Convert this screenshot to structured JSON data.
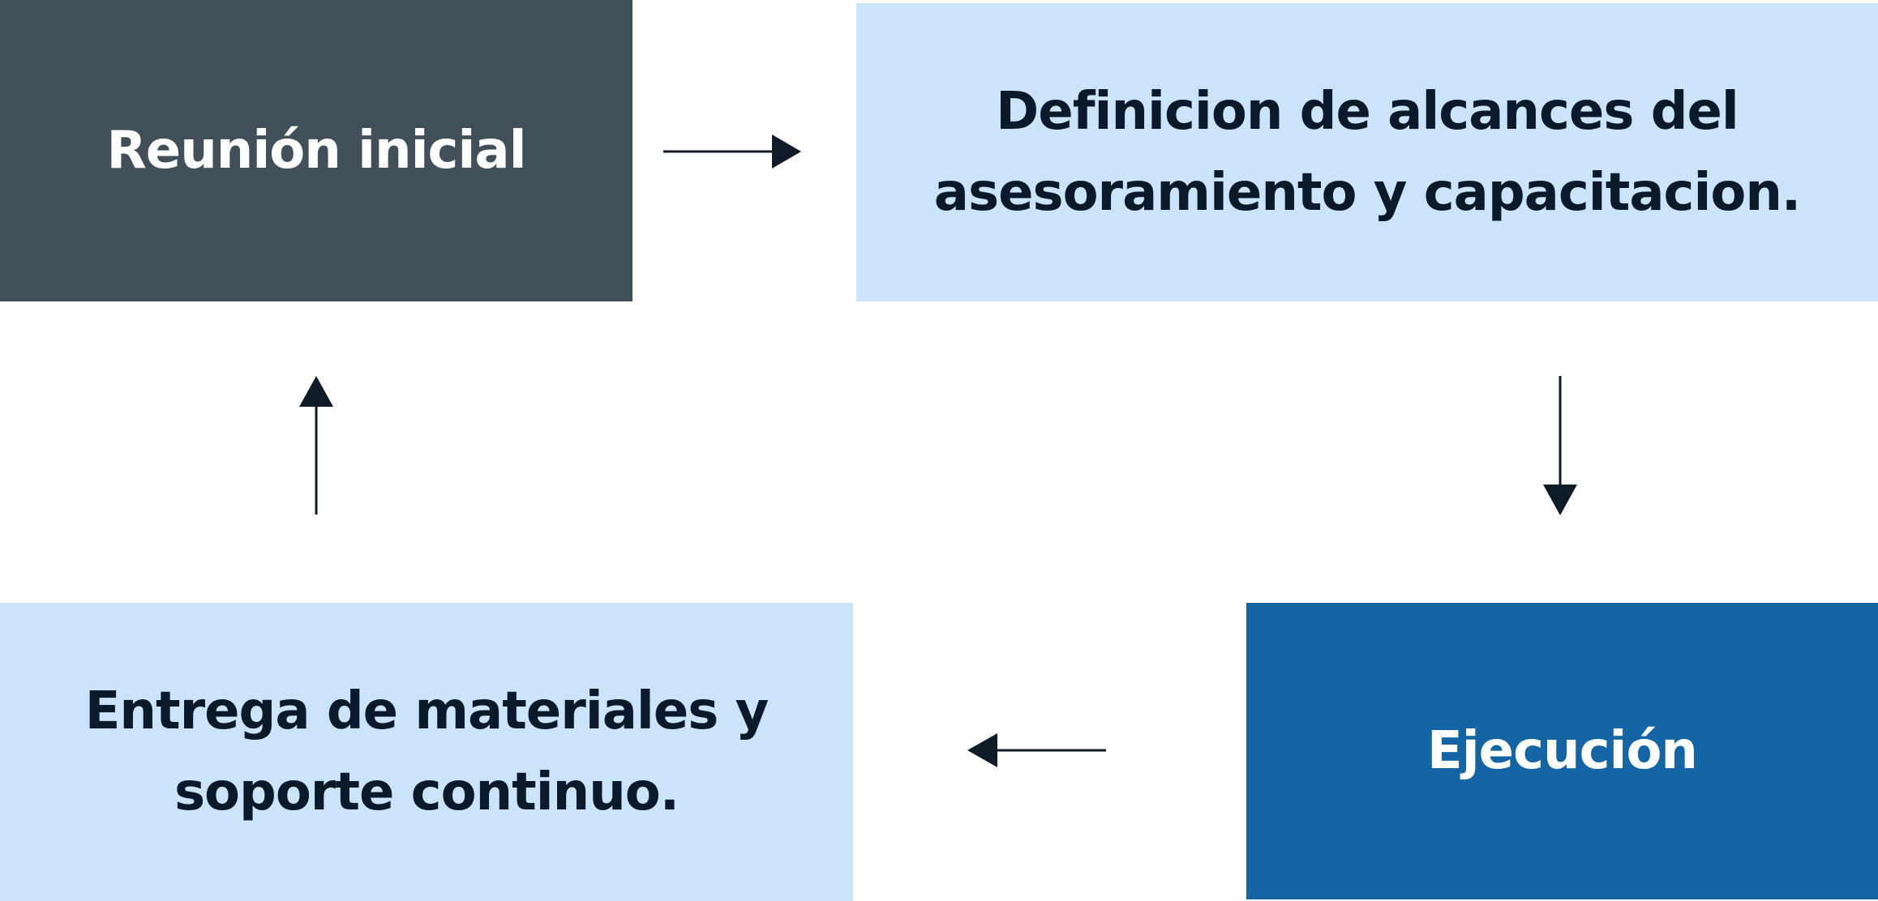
{
  "diagram": {
    "nodes": [
      {
        "id": "reunion",
        "label": "Reunión inicial",
        "fill": "#414F59",
        "text_color": "#FFFFFF"
      },
      {
        "id": "definicion",
        "label": "Definicion de alcances del\nasesoramiento y capacitacion.",
        "fill": "#CCE4FA",
        "text_color": "#0B1A2A"
      },
      {
        "id": "ejecucion",
        "label": "Ejecución",
        "fill": "#1565A6",
        "text_color": "#FFFFFF"
      },
      {
        "id": "entrega",
        "label": "Entrega de materiales y\nsoporte continuo.",
        "fill": "#CCE4FA",
        "text_color": "#0B1A2A"
      }
    ],
    "edges": [
      {
        "from": "reunion",
        "to": "definicion"
      },
      {
        "from": "definicion",
        "to": "ejecucion"
      },
      {
        "from": "ejecucion",
        "to": "entrega"
      },
      {
        "from": "entrega",
        "to": "reunion"
      }
    ],
    "arrow_color": "#0F1B26"
  }
}
